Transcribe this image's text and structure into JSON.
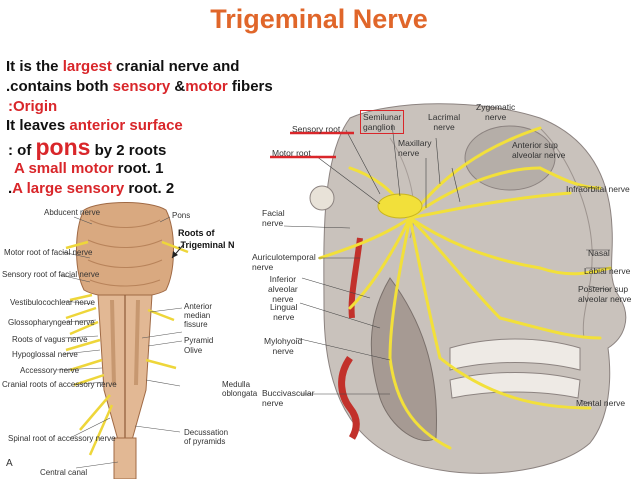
{
  "title": "Trigeminal  Nerve",
  "text": {
    "l1a": "It is the ",
    "l1b": "largest",
    "l1c": " cranial nerve and",
    "l2a": ".contains both ",
    "l2b": "sensory",
    "l2c": " &",
    "l2d": "motor",
    "l2e": " fibers",
    "l3": ":Origin",
    "l4a": "It  leaves  ",
    "l4b": "anterior  surface",
    "l5a": ": of  ",
    "l5b": "pons",
    "l5c": " by 2 roots",
    "l6a": "A small motor",
    "l6b": " root. 1",
    "l7a": ".",
    "l7b": "A large sensory",
    "l7c": " root. 2"
  },
  "brainstem_labels": {
    "abducent": "Abducent nerve",
    "pons": "Pons",
    "motor_root_facial": "Motor root of facial nerve",
    "sensory_root_facial": "Sensory root of facial nerve",
    "vestibulocochlear": "Vestibulocochlear nerve",
    "glossopharyngeal": "Glossopharyngeal nerve",
    "vagus_roots": "Roots of vagus nerve",
    "hypoglossal": "Hypoglossal nerve",
    "accessory": "Accessory nerve",
    "cranial_roots_accessory": "Cranial roots of accessory nerve",
    "spinal_root_accessory": "Spinal root of accessory nerve",
    "central_canal": "Central canal",
    "anterior_median_fissure": "Anterior median fissure",
    "pyramid": "Pyramid",
    "olive": "Olive",
    "medulla": "Medulla oblongata",
    "decussation": "Decussation of pyramids",
    "fig_letter": "A"
  },
  "roots_callout": {
    "line1": "Roots of",
    "line2": ".Trigeminal N"
  },
  "head_labels": {
    "sensory_root": "Sensory root",
    "motor_root": "Motor root",
    "semilunar_1": "Semilunar",
    "semilunar_2": "ganglion",
    "lacrimal_1": "Lacrimal",
    "lacrimal_2": "nerve",
    "zygomatic_1": "Zygomatic",
    "zygomatic_2": "nerve",
    "maxillary_1": "Maxillary",
    "maxillary_2": "nerve",
    "ant_sup_1": "Anterior sup",
    "ant_sup_2": "alveolar nerve",
    "facial_1": "Facial",
    "facial_2": "nerve",
    "infraorbital": "Infraorbital nerve",
    "auriculo_1": "Auriculotemporal",
    "auriculo_2": "nerve",
    "inf_alv_1": "Inferior",
    "inf_alv_2": "alveolar",
    "inf_alv_3": "nerve",
    "nasal": "Nasal",
    "labial": "Labial nerve",
    "lingual_1": "Lingual",
    "lingual_2": "nerve",
    "post_sup_1": "Posterior sup",
    "post_sup_2": "alveolar nerve",
    "mylo_1": "Mylohyoid",
    "mylo_2": "nerve",
    "bucc_1": "Buccivascular",
    "bucc_2": "nerve",
    "mental": "Mental nerve"
  },
  "colors": {
    "title": "#e0662a",
    "accent": "#d9262a",
    "nerve": "#f2e03a"
  }
}
